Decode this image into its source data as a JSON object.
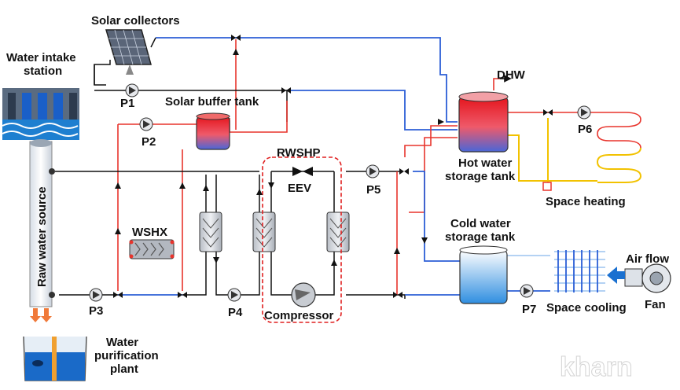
{
  "labels": {
    "solar_collectors": "Solar collectors",
    "water_intake_station": [
      "Water intake",
      "station"
    ],
    "p1": "P1",
    "p2": "P2",
    "p3": "P3",
    "p4": "P4",
    "p5": "P5",
    "p6": "P6",
    "p7": "P7",
    "solar_buffer_tank": "Solar buffer tank",
    "rwshp": "RWSHP",
    "eev": "EEV",
    "wshx": "WSHX",
    "compressor": "Compressor",
    "raw_water_source": "Raw water source",
    "water_purification_plant": [
      "Water",
      "purification",
      "plant"
    ],
    "dhw": "DHW",
    "hot_water_storage_tank": [
      "Hot water",
      "storage tank"
    ],
    "cold_water_storage_tank": [
      "Cold water",
      "storage tank"
    ],
    "space_heating": "Space heating",
    "space_cooling": "Space cooling",
    "air_flow": "Air flow",
    "fan": "Fan",
    "watermark": "kharn"
  },
  "colors": {
    "hot_pipe": "#e8342c",
    "cold_pipe": "#2c5fd6",
    "refrigerant": "#111111",
    "heating_loop": "#f2c200",
    "cooling_coil": "#9cc4ef",
    "source_water": "#1e7fd0"
  }
}
